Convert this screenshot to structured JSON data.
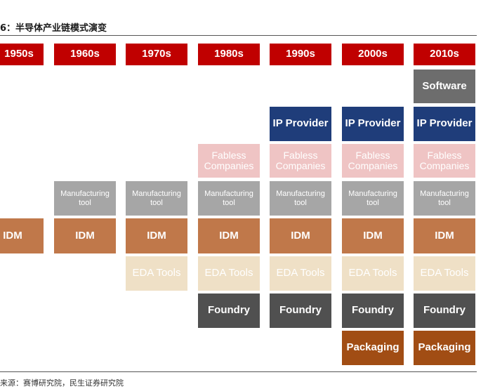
{
  "title": "6：半导体产业链模式演变",
  "source": "来源：赛博研究院，民生证券研究院",
  "decades": [
    "1950s",
    "1960s",
    "1970s",
    "1980s",
    "1990s",
    "2000s",
    "2010s"
  ],
  "labels": {
    "software": "Software",
    "ip_provider": "IP Provider",
    "fabless": "Fabless Companies",
    "manufacturing_tool": "Manufacturing tool",
    "idm": "IDM",
    "eda_tools": "EDA Tools",
    "foundry": "Foundry",
    "packaging": "Packaging"
  },
  "colors": {
    "header": "#c00000",
    "software": "#6d6d6d",
    "ip_provider": "#1f3d7a",
    "fabless": "#efc4c4",
    "manufacturing_tool": "#a6a6a6",
    "idm": "#c0784a",
    "eda_tools": "#efe0c6",
    "foundry": "#505050",
    "packaging": "#a14d14"
  }
}
